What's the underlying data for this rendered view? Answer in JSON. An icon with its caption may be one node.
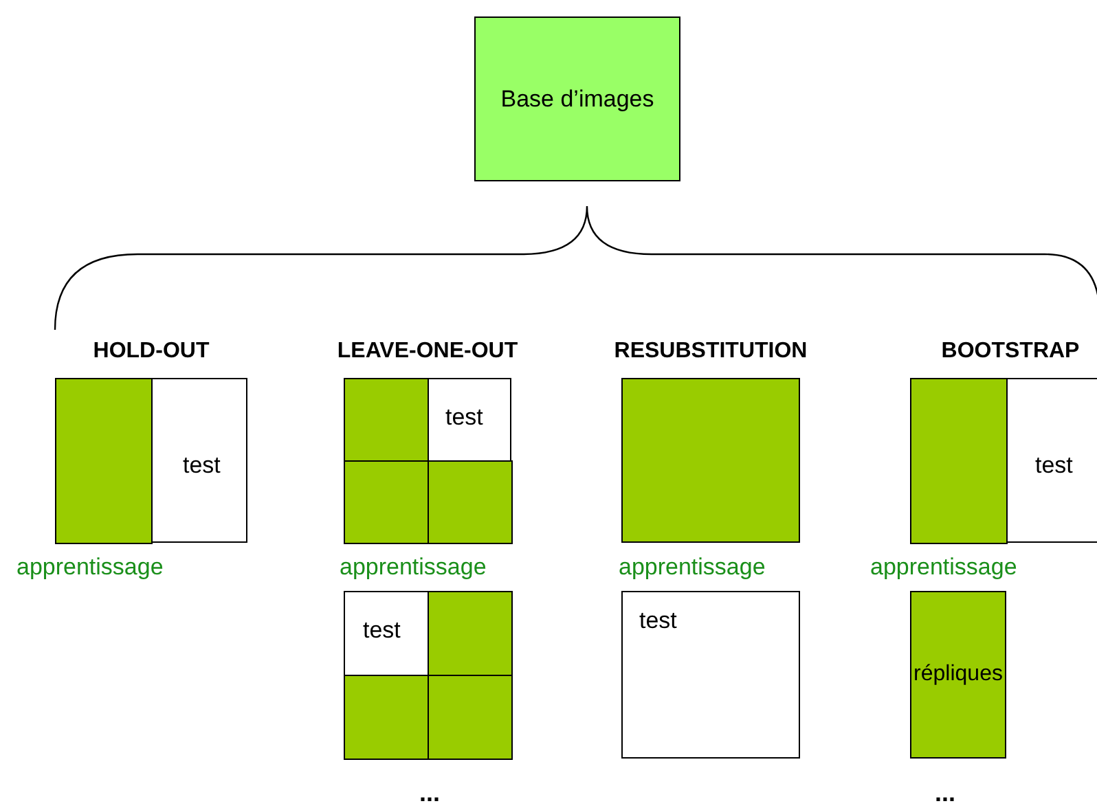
{
  "diagram": {
    "nodes": [
      {
        "text": [
          "Base d’images"
        ]
      },
      {
        "text": [
          "HOLD-OUT",
          "test"
        ],
        "beside": [
          "apprentissage"
        ]
      },
      {
        "text": [
          "LEAVE-ONE-OUT",
          "test"
        ],
        "beside": [
          "apprentissage"
        ]
      },
      {
        "text": [
          "test"
        ]
      },
      {
        "text": [
          "RESUBSTITUTION"
        ],
        "beside": [
          "apprentissage"
        ]
      },
      {
        "text": [
          "test"
        ]
      },
      {
        "text": [
          "BOOTSTRAP",
          "test"
        ],
        "beside": [
          "apprentissage"
        ]
      },
      {
        "text": [
          "répliques"
        ]
      }
    ],
    "labels": [
      "...",
      "..."
    ]
  }
}
